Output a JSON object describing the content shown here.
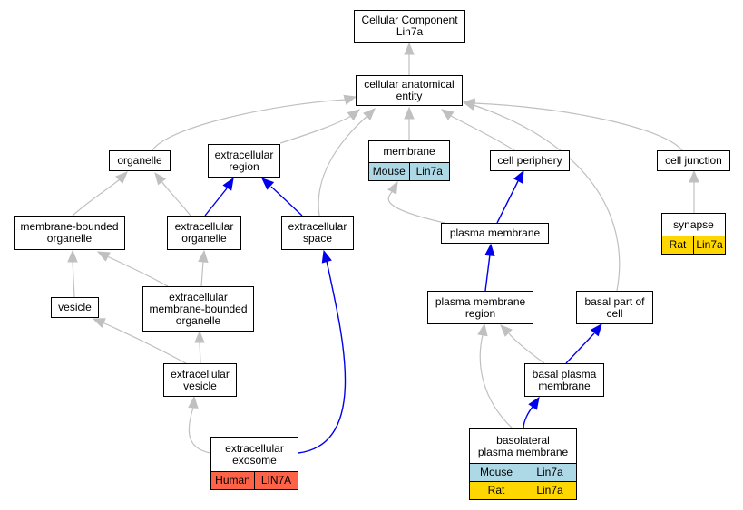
{
  "colors": {
    "edge_gray": "#c0c0c0",
    "edge_blue": "#0000ee",
    "mouse": "#add8e6",
    "rat": "#ffd700",
    "human": "#ff6347"
  },
  "nodes": {
    "cc": "Cellular Component\nLin7a",
    "cae": "cellular anatomical\nentity",
    "organelle": "organelle",
    "ecregion": "extracellular\nregion",
    "membrane": "membrane",
    "cellperiph": "cell periphery",
    "celljunction": "cell junction",
    "mbo": "membrane-bounded\norganelle",
    "ecorganelle": "extracellular\norganelle",
    "ecspace": "extracellular\nspace",
    "pm": "plasma membrane",
    "synapse": "synapse",
    "vesicle": "vesicle",
    "ecmbo": "extracellular\nmembrane-bounded\norganelle",
    "pmregion": "plasma membrane\nregion",
    "basalpart": "basal part of\ncell",
    "ecvesicle": "extracellular\nvesicle",
    "basalpm": "basal plasma\nmembrane",
    "exosome": "extracellular\nexosome",
    "blpm": "basolateral\nplasma membrane"
  },
  "annotations": {
    "membrane": [
      [
        "Mouse",
        "Lin7a"
      ]
    ],
    "synapse": [
      [
        "Rat",
        "Lin7a"
      ]
    ],
    "exosome": [
      [
        "Human",
        "LIN7A"
      ]
    ],
    "blpm": [
      [
        "Mouse",
        "Lin7a"
      ],
      [
        "Rat",
        "Lin7a"
      ]
    ]
  },
  "edges": [
    {
      "from": "cae",
      "to": "cc",
      "color": "gray"
    },
    {
      "from": "organelle",
      "to": "cae",
      "color": "gray"
    },
    {
      "from": "ecregion",
      "to": "cae",
      "color": "gray"
    },
    {
      "from": "membrane",
      "to": "cae",
      "color": "gray"
    },
    {
      "from": "cellperiph",
      "to": "cae",
      "color": "gray"
    },
    {
      "from": "celljunction",
      "to": "cae",
      "color": "gray"
    },
    {
      "from": "ecspace",
      "to": "cae",
      "color": "gray"
    },
    {
      "from": "basalpart",
      "to": "cae",
      "color": "gray"
    },
    {
      "from": "mbo",
      "to": "organelle",
      "color": "gray"
    },
    {
      "from": "ecorganelle",
      "to": "organelle",
      "color": "gray"
    },
    {
      "from": "ecorganelle",
      "to": "ecregion",
      "color": "blue"
    },
    {
      "from": "ecspace",
      "to": "ecregion",
      "color": "blue"
    },
    {
      "from": "pm",
      "to": "membrane",
      "color": "gray"
    },
    {
      "from": "pm",
      "to": "cellperiph",
      "color": "blue"
    },
    {
      "from": "synapse",
      "to": "celljunction",
      "color": "gray"
    },
    {
      "from": "vesicle",
      "to": "mbo",
      "color": "gray"
    },
    {
      "from": "ecmbo",
      "to": "mbo",
      "color": "gray"
    },
    {
      "from": "ecmbo",
      "to": "ecorganelle",
      "color": "gray"
    },
    {
      "from": "pmregion",
      "to": "pm",
      "color": "blue"
    },
    {
      "from": "ecvesicle",
      "to": "vesicle",
      "color": "gray"
    },
    {
      "from": "ecvesicle",
      "to": "ecmbo",
      "color": "gray"
    },
    {
      "from": "basalpm",
      "to": "pmregion",
      "color": "gray"
    },
    {
      "from": "basalpm",
      "to": "basalpart",
      "color": "blue"
    },
    {
      "from": "exosome",
      "to": "ecvesicle",
      "color": "gray"
    },
    {
      "from": "exosome",
      "to": "ecspace",
      "color": "blue"
    },
    {
      "from": "blpm",
      "to": "basalpm",
      "color": "blue"
    },
    {
      "from": "blpm",
      "to": "pmregion",
      "color": "gray"
    }
  ]
}
